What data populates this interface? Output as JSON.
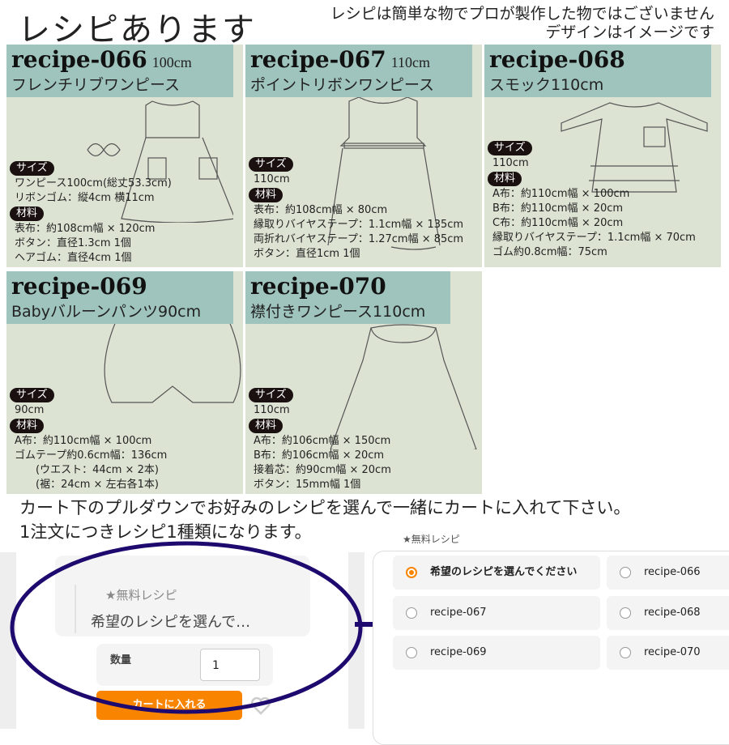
{
  "header": {
    "title": "レシピあります",
    "note_line1": "レシピは簡単な物でプロが製作した物ではございません",
    "note_line2": "デザインはイメージです"
  },
  "labels": {
    "size": "サイズ",
    "materials": "材料"
  },
  "recipes": [
    {
      "id": "recipe-066",
      "size_label": "100cm",
      "name": "フレンチリブワンピース",
      "size": [
        "ワンピース100cm(総丈53.3cm)",
        "リボンゴム：縦4cm 横11cm"
      ],
      "materials": [
        "表布：約108cm幅 × 120cm",
        "ボタン：直径1.3cm 1個",
        "ヘアゴム：直径4cm 1個"
      ]
    },
    {
      "id": "recipe-067",
      "size_label": "110cm",
      "name": "ポイントリボンワンピース",
      "size": [
        "110cm"
      ],
      "materials": [
        "表布：約108cm幅 × 80cm",
        "縁取りバイヤステープ：1.1cm幅 × 135cm",
        "両折れバイヤステープ：1.27cm幅 × 85cm",
        "ボタン：直径1cm 1個"
      ]
    },
    {
      "id": "recipe-068",
      "size_label": "",
      "name": "スモック110cm",
      "size": [
        "110cm"
      ],
      "materials": [
        "A布：約110cm幅 × 100cm",
        "B布：約110cm幅 × 20cm",
        "C布：約110cm幅 × 20cm",
        "縁取りバイヤステープ：1.1cm幅 × 70cm",
        "ゴム約0.8cm幅：75cm"
      ]
    },
    {
      "id": "recipe-069",
      "size_label": "",
      "name": "Babyバルーンパンツ90cm",
      "size": [
        "90cm"
      ],
      "materials": [
        "A布：約110cm幅 × 100cm",
        "ゴムテープ約0.6cm幅：136cm",
        "　　(ウエスト：44cm × 2本)",
        "　　(裾：24cm × 左右各1本)"
      ]
    },
    {
      "id": "recipe-070",
      "size_label": "",
      "name": "襟付きワンピース110cm",
      "size": [
        "110cm"
      ],
      "materials": [
        "A布：約106cm幅 × 150cm",
        "B布：約106cm幅 × 20cm",
        "接着芯：約90cm幅 × 20cm",
        "ボタン：15mm幅 1個"
      ]
    }
  ],
  "instructions": {
    "line1": "カート下のプルダウンでお好みのレシピを選んで一緒にカートに入れて下さい。",
    "line2": "1注文につきレシピ1種類になります。"
  },
  "left_panel": {
    "select_label": "★無料レシピ",
    "select_value": "希望のレシピを選んで…",
    "qty_label": "数量",
    "qty_value": "1",
    "cart_button": "カートに入れる"
  },
  "right_panel": {
    "label": "★無料レシピ",
    "options": [
      {
        "label": "希望のレシピを選んでください",
        "selected": true
      },
      {
        "label": "recipe-066",
        "selected": false
      },
      {
        "label": "recipe-067",
        "selected": false
      },
      {
        "label": "recipe-068",
        "selected": false
      },
      {
        "label": "recipe-069",
        "selected": false
      },
      {
        "label": "recipe-070",
        "selected": false
      }
    ]
  },
  "colors": {
    "card_bg": "#dde3d3",
    "card_header": "#9fc4bd",
    "accent": "#f98400",
    "highlight": "#1e0a6e"
  }
}
